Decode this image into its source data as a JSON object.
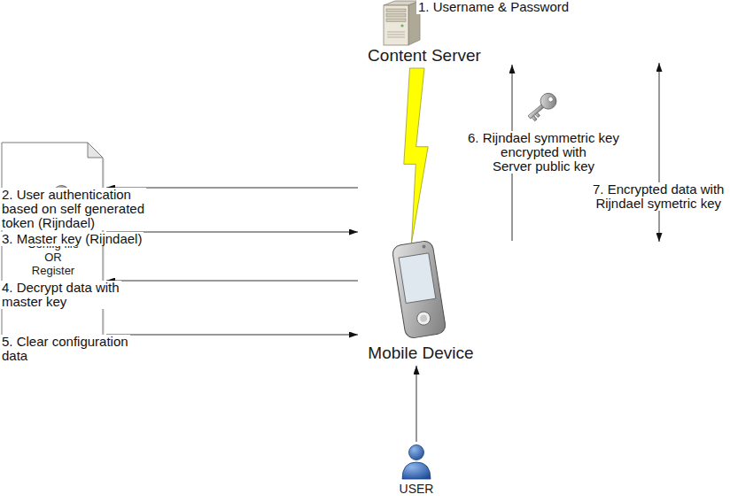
{
  "diagram": {
    "nodes": [
      {
        "text": [
          "Content Server"
        ]
      },
      {
        "text": [
          "Config file OR Register"
        ]
      },
      {
        "text": [
          "Mobile Device"
        ]
      },
      {
        "text": [
          "USER"
        ]
      }
    ],
    "edges": [
      {
        "from": 0,
        "to": 2,
        "arrow": "none"
      },
      {
        "from": 3,
        "to": 2,
        "label": "1. Username & Password",
        "arrow": "to"
      },
      {
        "from": 2,
        "to": 1,
        "label": "2. User authentication based on self generated token (Rijndael)",
        "arrow": "to"
      },
      {
        "from": 1,
        "to": 2,
        "label": "3. Master key (Rijndael)",
        "arrow": "to"
      },
      {
        "from": 2,
        "to": 1,
        "label": "4. Decrypt data with master key",
        "arrow": "to"
      },
      {
        "from": 1,
        "to": 2,
        "label": "5. Clear configuration data",
        "arrow": "to"
      }
    ],
    "labels": [
      "6. Rijndael symmetric key encrypted with Server public key",
      "7. Encrypted data with Rijndael symetric key"
    ]
  }
}
